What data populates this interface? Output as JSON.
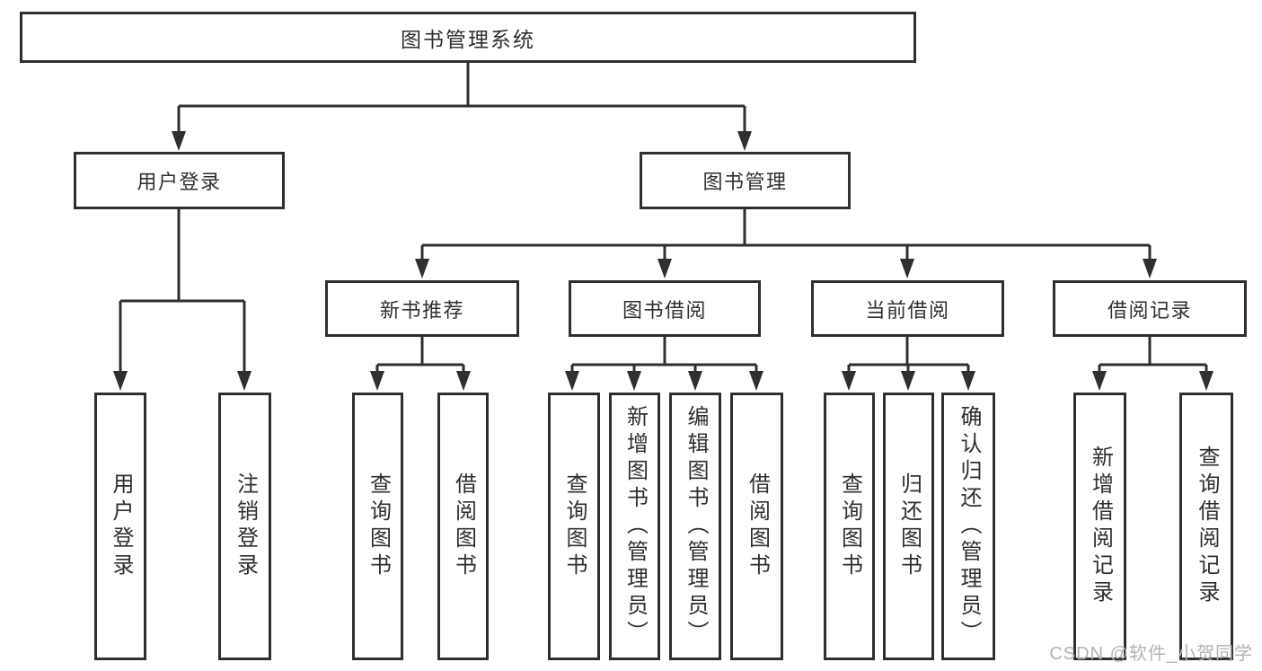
{
  "diagram": {
    "root": {
      "label": "图书管理系统"
    },
    "level2": [
      {
        "label": "用户登录"
      },
      {
        "label": "图书管理"
      }
    ],
    "level3": [
      {
        "label": "新书推荐"
      },
      {
        "label": "图书借阅"
      },
      {
        "label": "当前借阅"
      },
      {
        "label": "借阅记录"
      }
    ],
    "leaves": [
      {
        "label": "用户登录",
        "parent": "用户登录"
      },
      {
        "label": "注销登录",
        "parent": "用户登录"
      },
      {
        "label": "查询图书",
        "parent": "新书推荐"
      },
      {
        "label": "借阅图书",
        "parent": "新书推荐"
      },
      {
        "label": "查询图书",
        "parent": "图书借阅"
      },
      {
        "label": "新增图书（管理员）",
        "parent": "图书借阅"
      },
      {
        "label": "编辑图书（管理员）",
        "parent": "图书借阅"
      },
      {
        "label": "借阅图书",
        "parent": "图书借阅"
      },
      {
        "label": "查询图书",
        "parent": "当前借阅"
      },
      {
        "label": "归还图书",
        "parent": "当前借阅"
      },
      {
        "label": "确认归还（管理员）",
        "parent": "当前借阅"
      },
      {
        "label": "新增借阅记录",
        "parent": "借阅记录"
      },
      {
        "label": "查询借阅记录",
        "parent": "借阅记录"
      }
    ],
    "watermark": "CSDN @软件_小贺同学",
    "colors": {
      "line": "#2f2f2f",
      "border": "#2f2f2f",
      "text": "#2f2f2f",
      "box_background": "#ffffff",
      "watermark": "#b3b3b3"
    }
  }
}
